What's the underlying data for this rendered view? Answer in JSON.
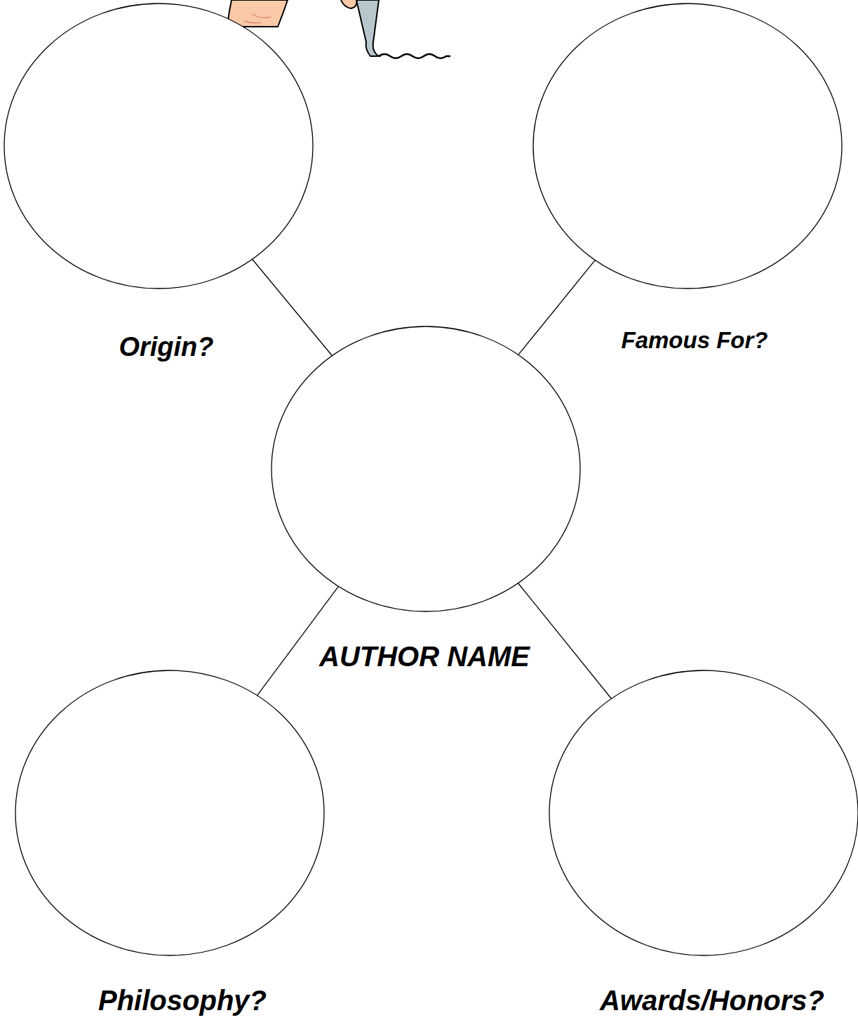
{
  "diagram": {
    "nodes": [
      {
        "text": [
          "Origin?"
        ]
      },
      {
        "text": [
          "Famous For?"
        ]
      },
      {
        "text": [
          "AUTHOR NAME"
        ]
      },
      {
        "text": [
          "Philosophy?"
        ]
      },
      {
        "text": [
          "Awards/Honors?"
        ]
      }
    ],
    "edges": [
      {
        "from": 2,
        "to": 0,
        "arrow": "none"
      },
      {
        "from": 2,
        "to": 1,
        "arrow": "none"
      },
      {
        "from": 2,
        "to": 3,
        "arrow": "none"
      },
      {
        "from": 2,
        "to": 4,
        "arrow": "none"
      }
    ]
  }
}
